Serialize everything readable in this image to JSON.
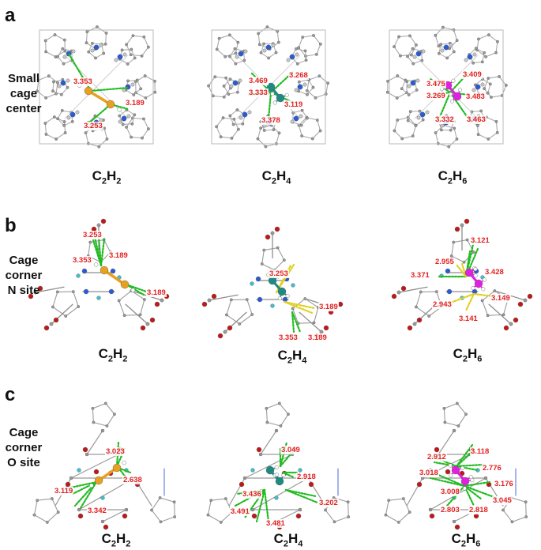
{
  "panels": [
    {
      "letter": "a",
      "row_label": [
        "Small",
        "cage",
        "center"
      ],
      "items": [
        {
          "molecule": "C2H2",
          "caption_main": "C",
          "caption_sub1": "2",
          "caption_mid": "H",
          "caption_sub2": "2",
          "guest_color": "#e8a020",
          "distances": [
            "3.353",
            "3.189",
            "3.253"
          ]
        },
        {
          "molecule": "C2H4",
          "caption_main": "C",
          "caption_sub1": "2",
          "caption_mid": "H",
          "caption_sub2": "4",
          "guest_color": "#1f8a82",
          "distances": [
            "3.469",
            "3.268",
            "3.333",
            "3.119",
            "3.378"
          ]
        },
        {
          "molecule": "C2H6",
          "caption_main": "C",
          "caption_sub1": "2",
          "caption_mid": "H",
          "caption_sub2": "6",
          "guest_color": "#e020e0",
          "distances": [
            "3.475",
            "3.409",
            "3.269",
            "3.483",
            "3.332",
            "3.463"
          ]
        }
      ]
    },
    {
      "letter": "b",
      "row_label": [
        "Cage",
        "corner",
        "N site"
      ],
      "items": [
        {
          "molecule": "C2H2",
          "caption_main": "C",
          "caption_sub1": "2",
          "caption_mid": "H",
          "caption_sub2": "2",
          "guest_color": "#e8a020",
          "distances": [
            "3.253",
            "3.353",
            "3.189",
            "3.189"
          ]
        },
        {
          "molecule": "C2H4",
          "caption_main": "C",
          "caption_sub1": "2",
          "caption_mid": "H",
          "caption_sub2": "4",
          "guest_color": "#1f8a82",
          "distances": [
            "3.253",
            "3.189",
            "3.353",
            "3.189"
          ]
        },
        {
          "molecule": "C2H6",
          "caption_main": "C",
          "caption_sub1": "2",
          "caption_mid": "H",
          "caption_sub2": "6",
          "guest_color": "#e020e0",
          "distances": [
            "3.121",
            "2.955",
            "3.371",
            "3.428",
            "2.943",
            "3.149",
            "3.141"
          ]
        }
      ]
    },
    {
      "letter": "c",
      "row_label": [
        "Cage",
        "corner",
        "O site"
      ],
      "items": [
        {
          "molecule": "C2H2",
          "caption_main": "C",
          "caption_sub1": "2",
          "caption_mid": "H",
          "caption_sub2": "2",
          "guest_color": "#e8a020",
          "distances": [
            "3.023",
            "2.638",
            "3.119",
            "3.342"
          ]
        },
        {
          "molecule": "C2H4",
          "caption_main": "C",
          "caption_sub1": "2",
          "caption_mid": "H",
          "caption_sub2": "4",
          "guest_color": "#1f8a82",
          "distances": [
            "3.049",
            "2.918",
            "3.436",
            "3.202",
            "3.491",
            "3.481"
          ]
        },
        {
          "molecule": "C2H6",
          "caption_main": "C",
          "caption_sub1": "2",
          "caption_mid": "H",
          "caption_sub2": "6",
          "guest_color": "#e020e0",
          "distances": [
            "2.912",
            "3.118",
            "3.018",
            "2.776",
            "3.176",
            "3.008",
            "3.045",
            "2.803",
            "2.818"
          ]
        }
      ]
    }
  ],
  "colors": {
    "framework": "#9a9a9a",
    "nitrogen": "#2a5bd6",
    "oxygen": "#c01818",
    "hydrogen": "#c8c8c8",
    "contact_green": "#22bb22",
    "contact_yellow": "#e0d020",
    "label_red": "#e32222"
  }
}
